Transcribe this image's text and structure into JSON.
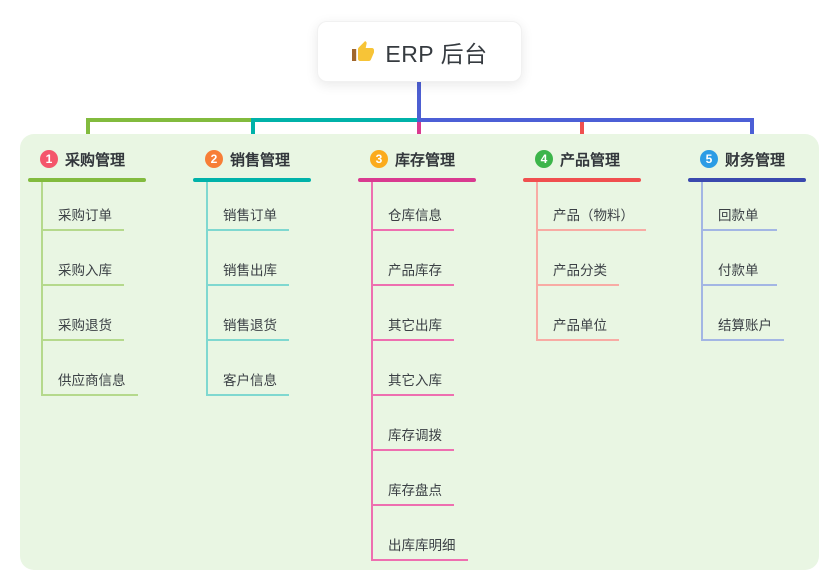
{
  "root": {
    "label": "ERP 后台",
    "icon": "thumbs-up",
    "line_color": "#4d5fd2"
  },
  "panel": {
    "bg": "#e9f6e3"
  },
  "branches": [
    {
      "num": "1",
      "label": "采购管理",
      "badge": "#f4566b",
      "accent": "#82bb3e",
      "line": "#82bb3e",
      "light": "#b5d98c",
      "items": [
        "采购订单",
        "采购入库",
        "采购退货",
        "供应商信息"
      ]
    },
    {
      "num": "2",
      "label": "销售管理",
      "badge": "#f77e36",
      "accent": "#00b2a9",
      "line": "#00b2a9",
      "light": "#7fd8d0",
      "items": [
        "销售订单",
        "销售出库",
        "销售退货",
        "客户信息"
      ]
    },
    {
      "num": "3",
      "label": "库存管理",
      "badge": "#fbab1d",
      "accent": "#d93a90",
      "line": "#d93a90",
      "light": "#ee6fb0",
      "items": [
        "仓库信息",
        "产品库存",
        "其它出库",
        "其它入库",
        "库存调拨",
        "库存盘点",
        "出库库明细"
      ]
    },
    {
      "num": "4",
      "label": "产品管理",
      "badge": "#3cb54a",
      "accent": "#f04f4f",
      "line": "#f04f4f",
      "light": "#f8aba4",
      "items": [
        "产品（物料）",
        "产品分类",
        "产品单位"
      ]
    },
    {
      "num": "5",
      "label": "财务管理",
      "badge": "#2b9ce5",
      "accent": "#3a49ae",
      "line": "#4c5fd6",
      "light": "#a3b6e4",
      "items": [
        "回款单",
        "付款单",
        "结算账户"
      ]
    }
  ]
}
